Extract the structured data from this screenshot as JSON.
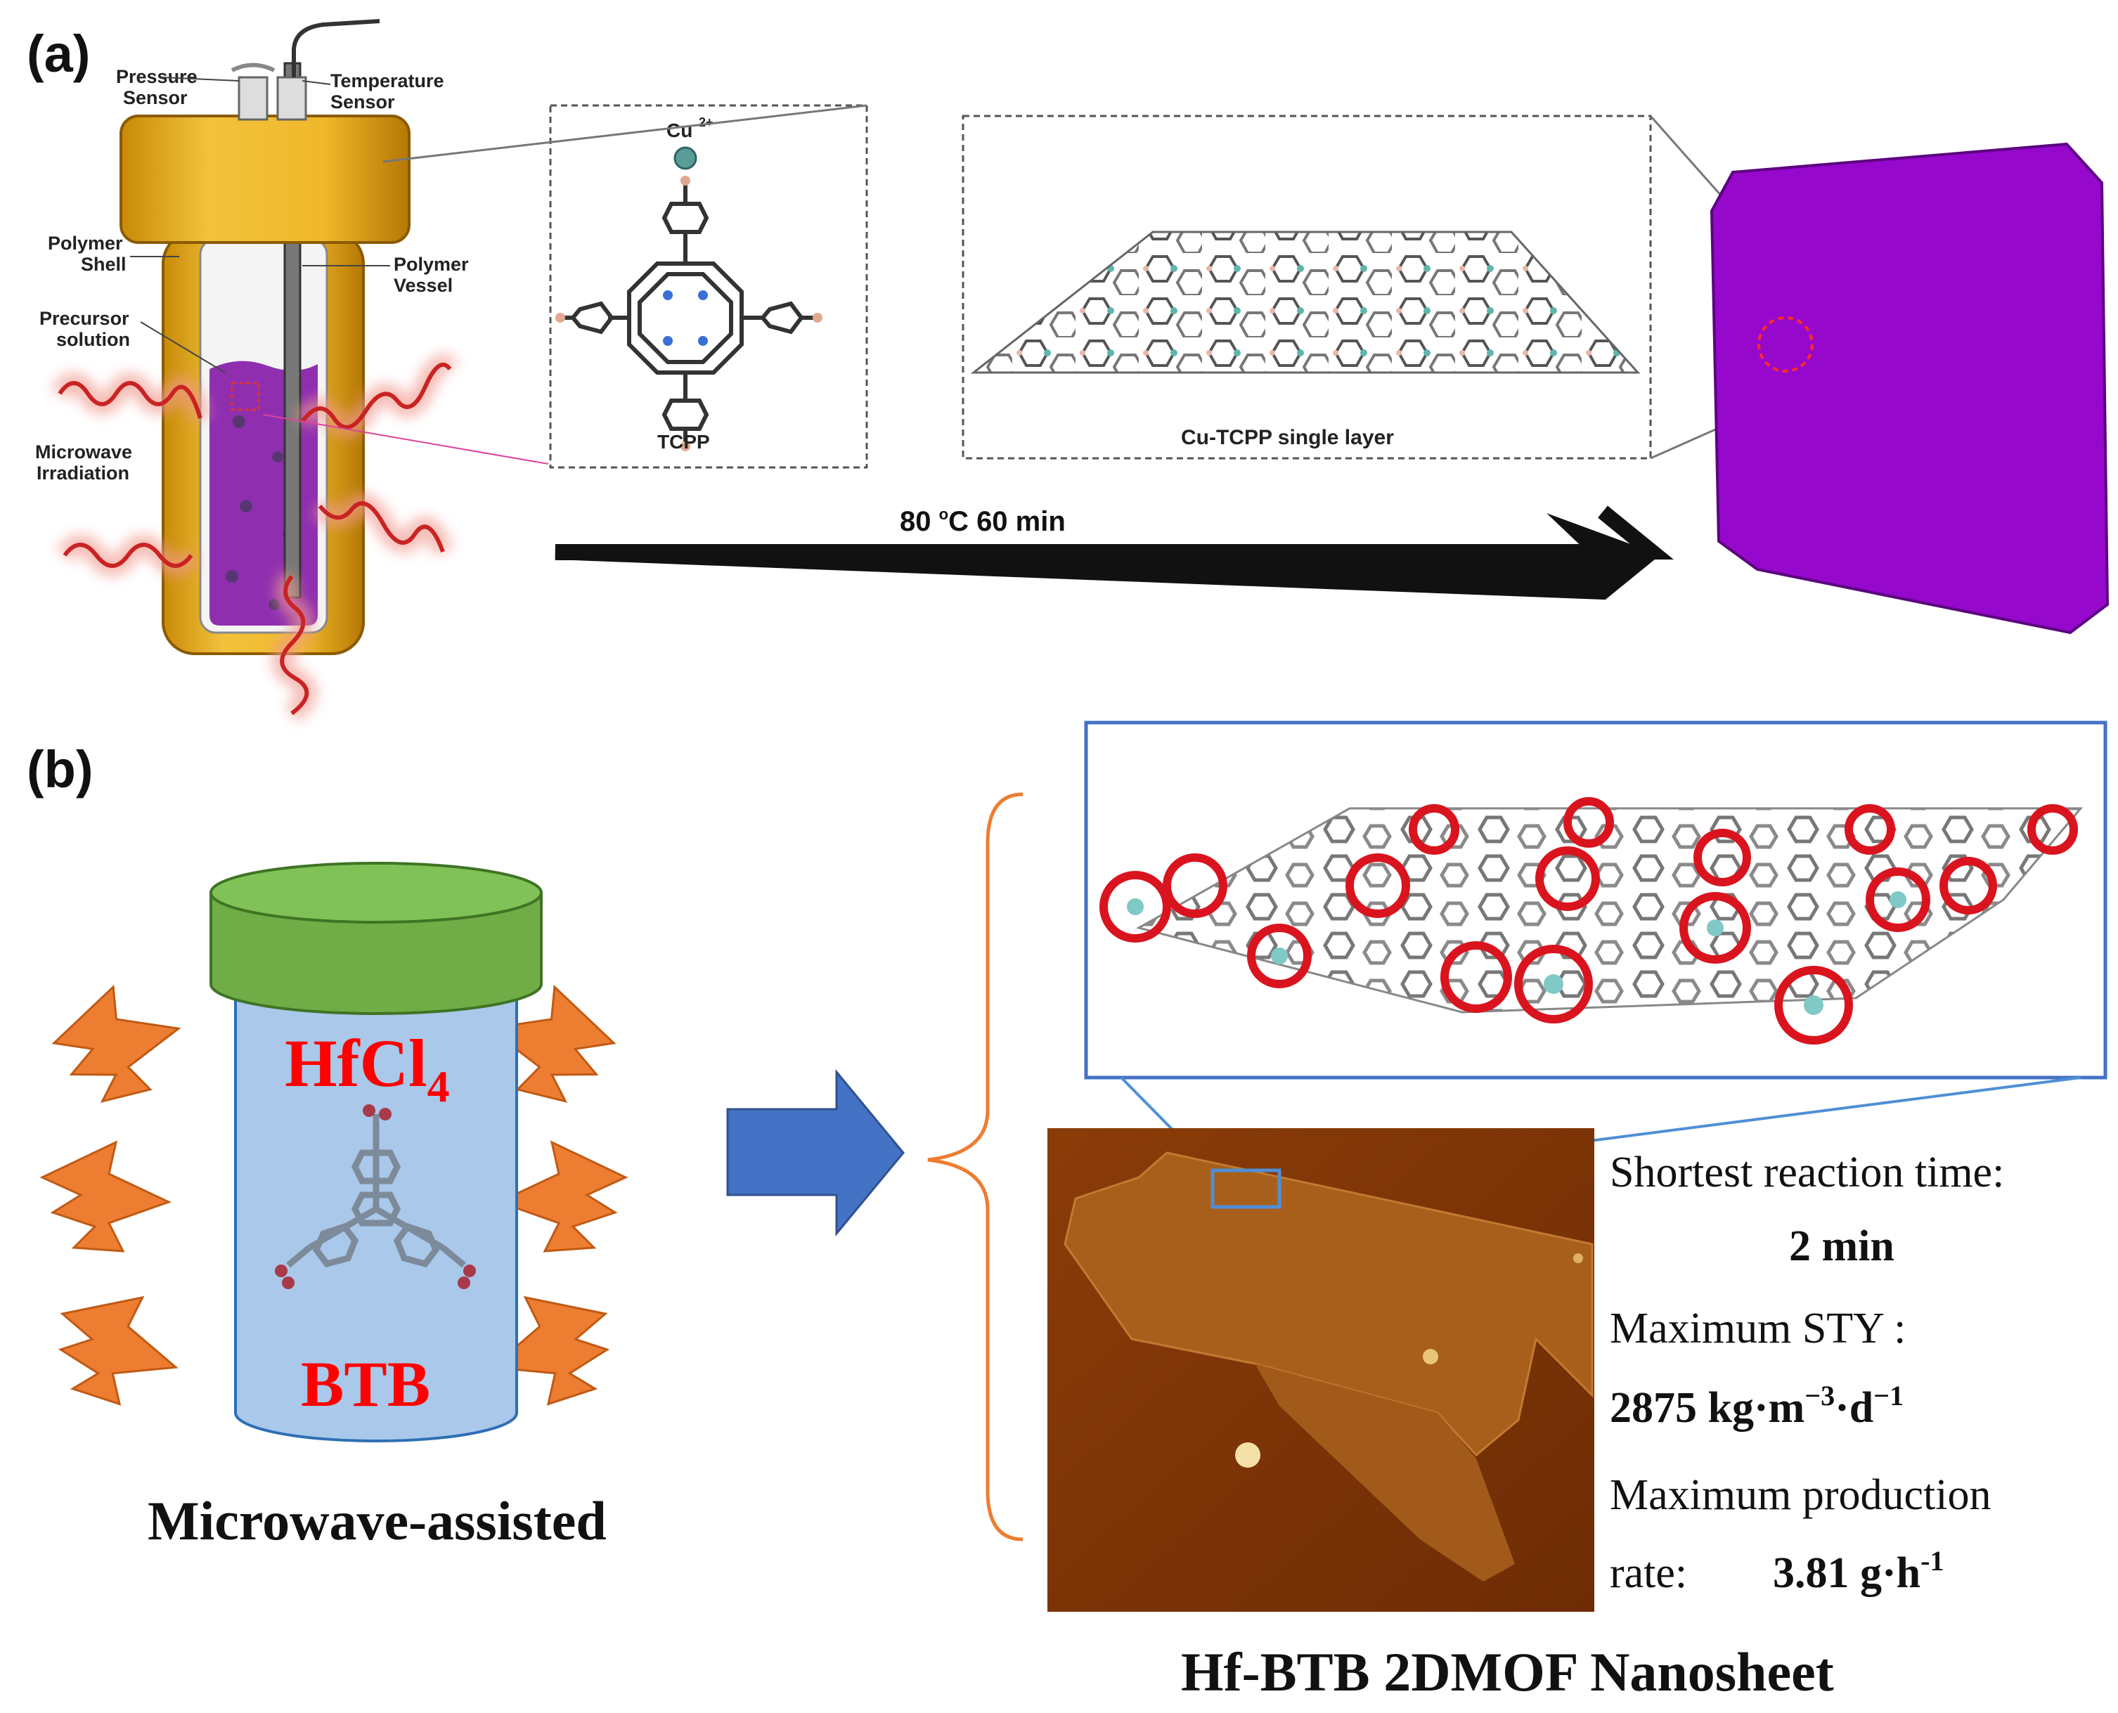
{
  "panel_a": {
    "label": "(a)",
    "reactor_labels": {
      "pressure_sensor_1": "Pressure",
      "pressure_sensor_2": "Sensor",
      "temperature_sensor_1": "Temperature",
      "temperature_sensor_2": "Sensor",
      "polymer_shell_1": "Polymer",
      "polymer_shell_2": "Shell",
      "polymer_vessel_1": "Polymer",
      "polymer_vessel_2": "Vessel",
      "precursor_1": "Precursor",
      "precursor_2": "solution",
      "microwave_1": "Microwave",
      "microwave_2": "Irradiation"
    },
    "cu_ion": "Cu",
    "cu_charge": "2+",
    "ligand_label": "TCPP",
    "layer_label": "Cu-TCPP single layer",
    "condition_temp": "80 ",
    "condition_deg": "o",
    "condition_rest": "C 60 min",
    "colors": {
      "gold": "#e7ad1a",
      "purple": "#8f0ac4",
      "wave": "#cc2b2b"
    }
  },
  "panel_b": {
    "label": "(b)",
    "reagent_1": "HfCl",
    "reagent_1_sub": "4",
    "reagent_2": "BTB",
    "method_label": "Microwave-assisted",
    "stats": {
      "line1": "Shortest reaction time:",
      "line2": "2 min",
      "line3": "Maximum  STY :",
      "line4_num": "2875 kg·m",
      "line4_e1": "−3",
      "line4_mid": "·d",
      "line4_e2": "−1",
      "line5": "Maximum  production",
      "line6_a": "rate:",
      "line6_b": "3.81 g·h",
      "line6_e": "-1"
    },
    "product_label": "Hf-BTB  2DMOF Nanosheet",
    "colors": {
      "vial_lid": "#70ad47",
      "vial_body": "#a9c8ea",
      "bolt": "#ed7d31",
      "arrow": "#4472c4",
      "text_red": "#ff0000"
    }
  }
}
